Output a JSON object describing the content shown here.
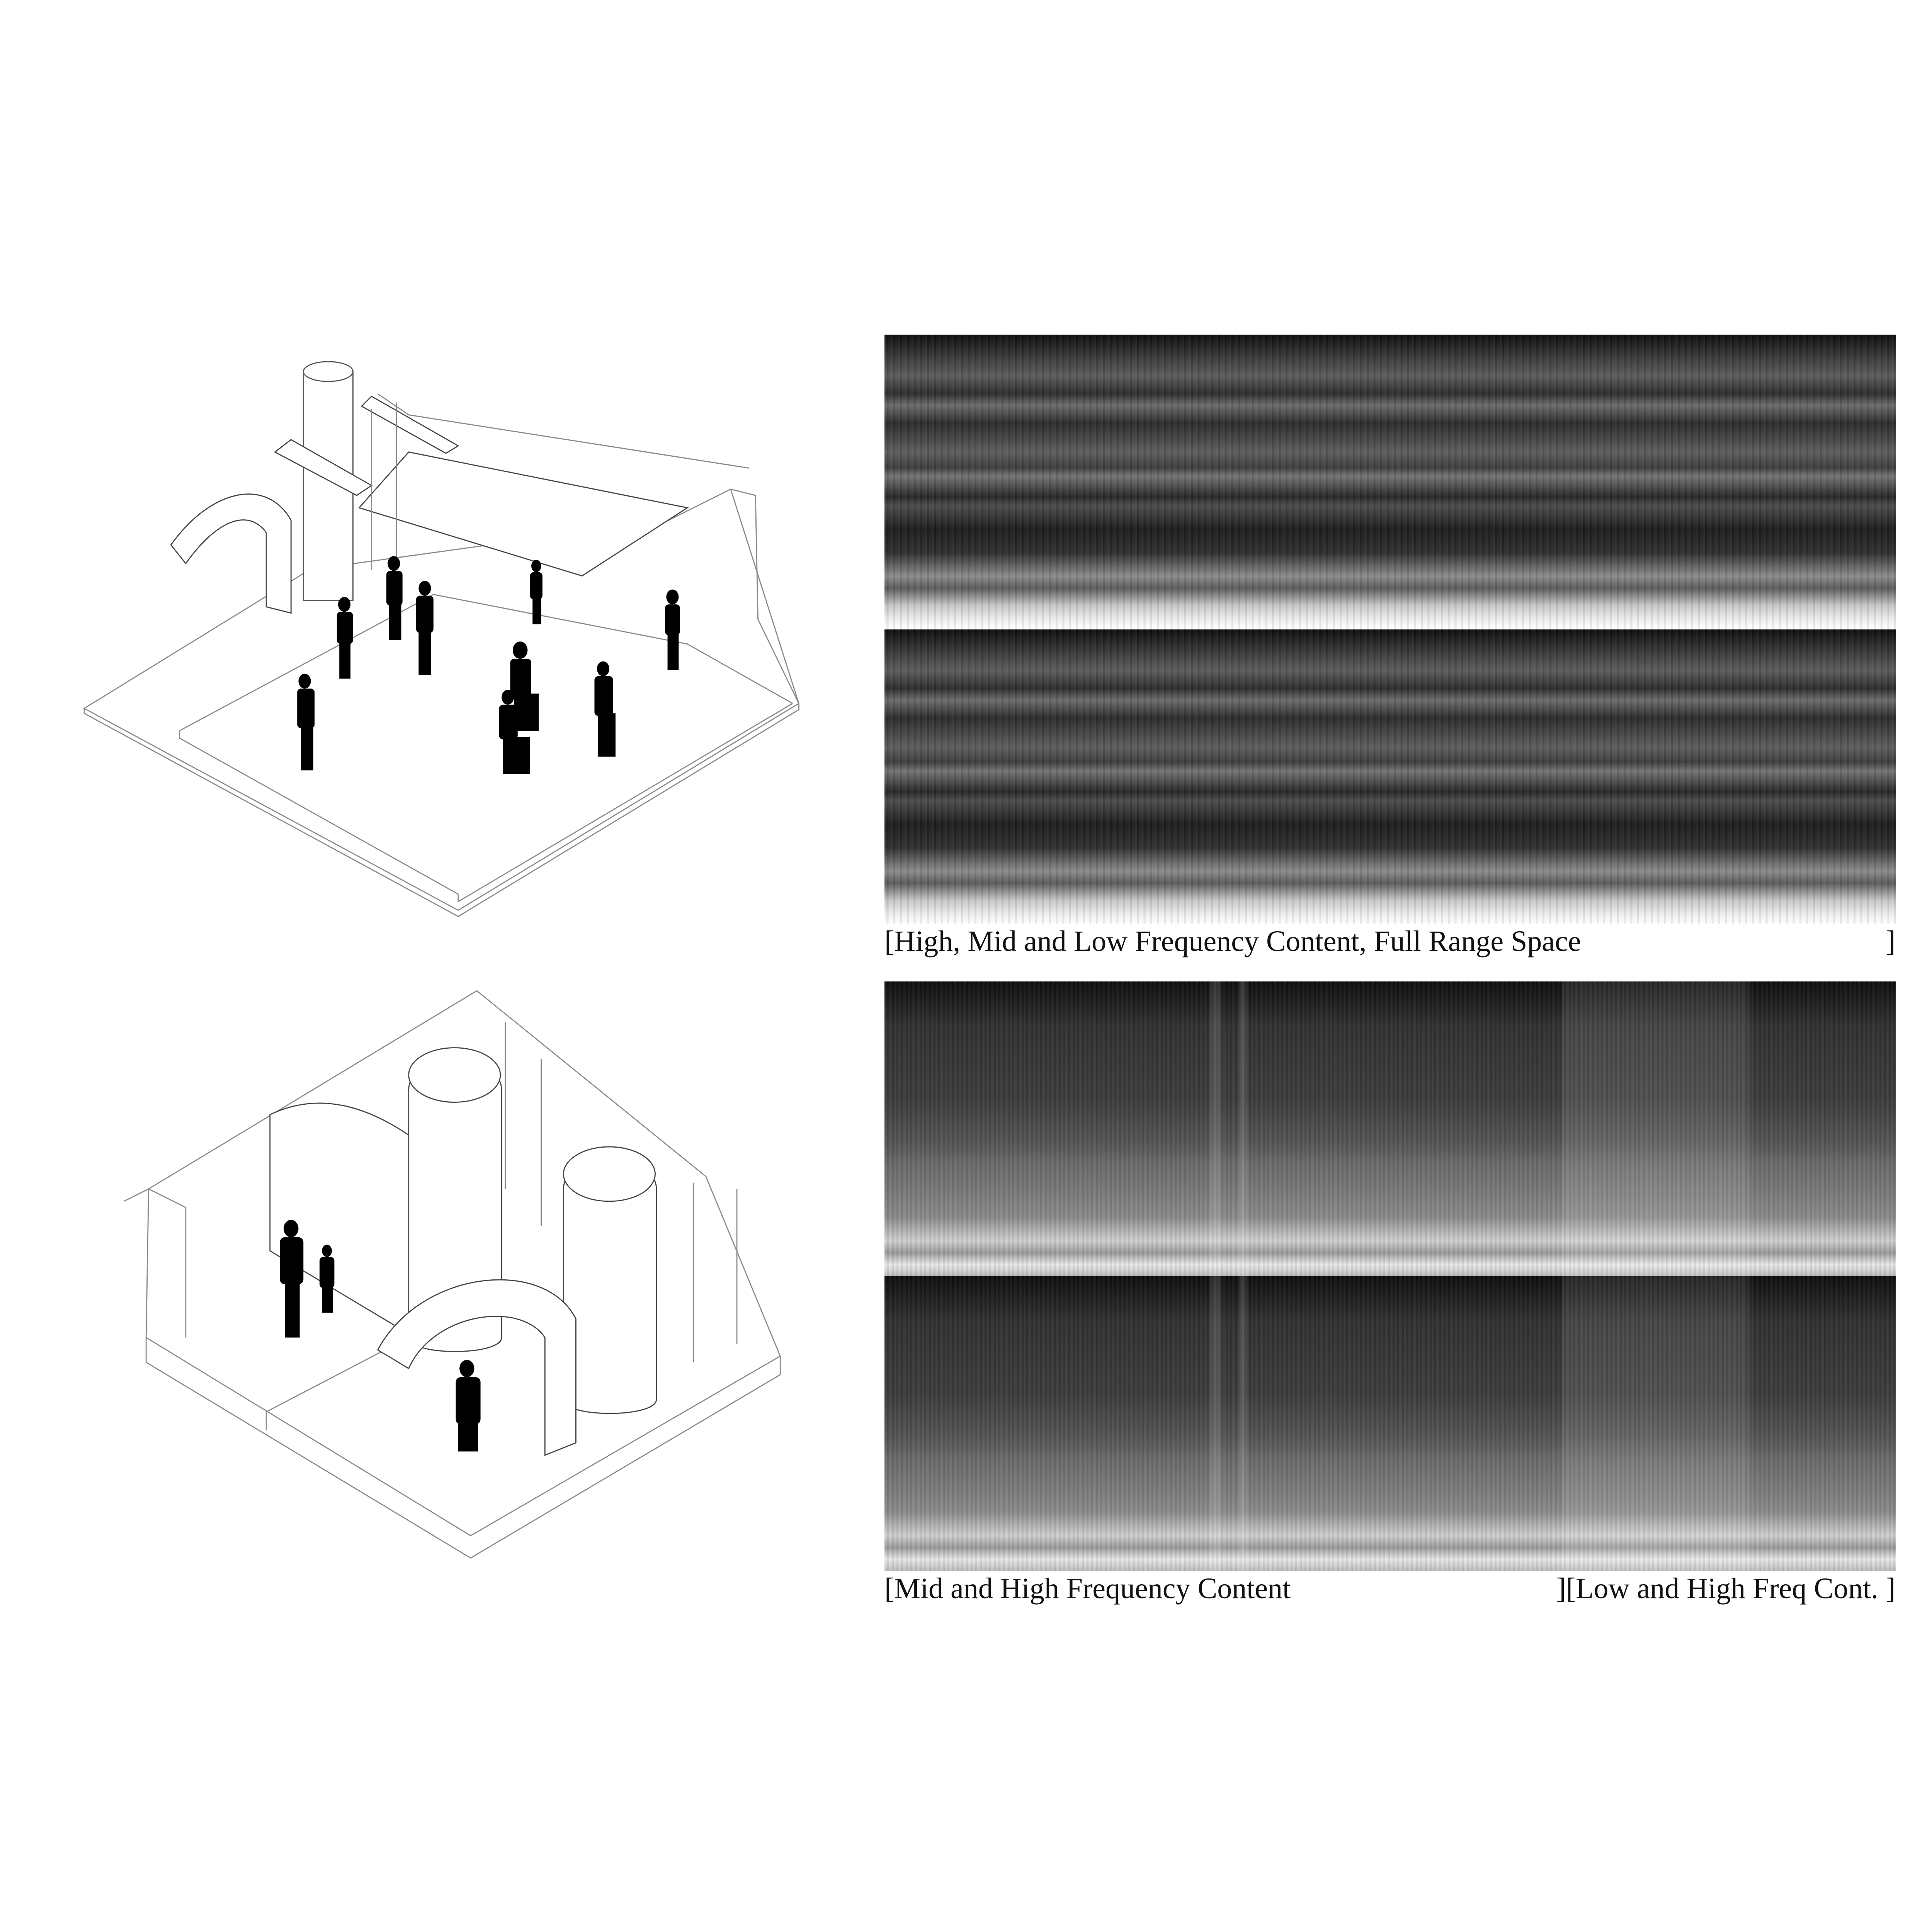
{
  "panels": [
    {
      "caption_left": "[High, Mid and Low Frequency Content, Full Range Space",
      "caption_right": "]"
    },
    {
      "caption_left": "[Mid and High Frequency Content",
      "caption_right": "][Low and High Freq Cont. ]"
    }
  ],
  "colors": {
    "ink": "#111111",
    "line": "#9a9a9a",
    "background": "#ffffff"
  }
}
